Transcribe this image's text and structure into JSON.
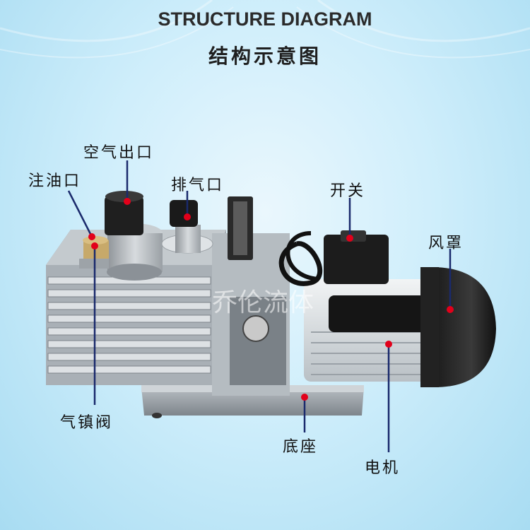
{
  "title_en": "STRUCTURE DIAGRAM",
  "title_zh": "结构示意图",
  "watermark": "乔伦流体",
  "labels": {
    "air_outlet": "空气出口",
    "oil_fill": "注油口",
    "exhaust": "排气口",
    "switch": "开关",
    "fan_cover": "风罩",
    "gas_ballast": "气镇阀",
    "base": "底座",
    "motor": "电机"
  },
  "colors": {
    "pointer": "#e2001a",
    "line": "#1a2a6c"
  }
}
